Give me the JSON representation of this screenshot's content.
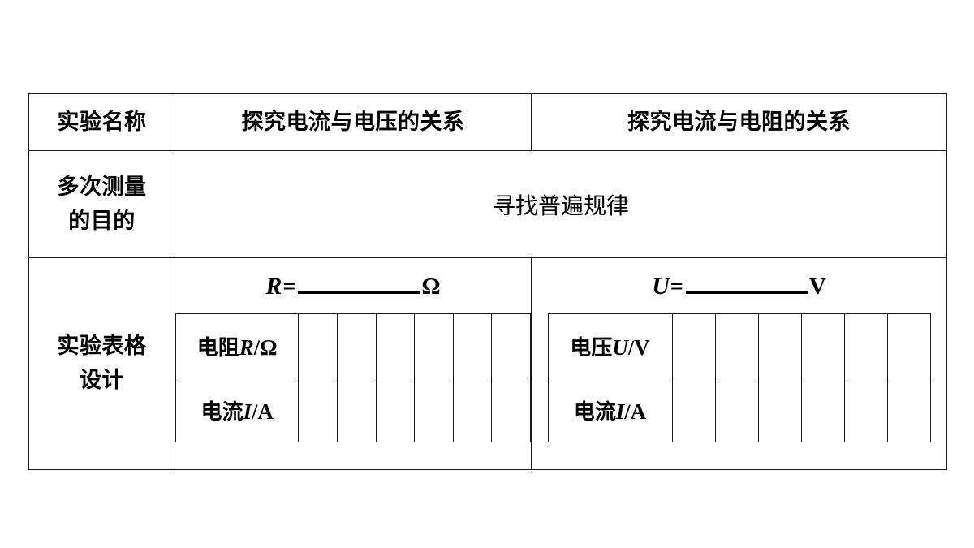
{
  "table": {
    "row1": {
      "label": "实验名称",
      "left": "探究电流与电压的关系",
      "right": "探究电流与电阻的关系"
    },
    "row2": {
      "label_line1": "多次测量",
      "label_line2": "的目的",
      "merged_value": "寻找普遍规律"
    },
    "row3": {
      "label_line1": "实验表格",
      "label_line2": "设计",
      "left": {
        "formula": {
          "symbol": "R",
          "equals": "=",
          "blank": "",
          "unit": "Ω"
        },
        "data_table": {
          "rows": [
            {
              "label_cn": "电阻",
              "label_sym": "R",
              "label_slash": "/",
              "label_unit": "Ω",
              "cells": [
                "",
                "",
                "",
                "",
                "",
                ""
              ]
            },
            {
              "label_cn": "电流",
              "label_sym": "I",
              "label_slash": "/",
              "label_unit": "A",
              "cells": [
                "",
                "",
                "",
                "",
                "",
                ""
              ]
            }
          ]
        }
      },
      "right": {
        "formula": {
          "symbol": "U",
          "equals": "=",
          "blank": "",
          "unit": "V"
        },
        "data_table": {
          "rows": [
            {
              "label_cn": "电压",
              "label_sym": "U",
              "label_slash": "/",
              "label_unit": "V",
              "cells": [
                "",
                "",
                "",
                "",
                "",
                ""
              ]
            },
            {
              "label_cn": "电流",
              "label_sym": "I",
              "label_slash": "/",
              "label_unit": "A",
              "cells": [
                "",
                "",
                "",
                "",
                "",
                ""
              ]
            }
          ]
        }
      }
    }
  },
  "colors": {
    "border": "#1a1a1a",
    "inner_border": "#3a3a3a",
    "text": "#000000",
    "background": "#ffffff"
  }
}
